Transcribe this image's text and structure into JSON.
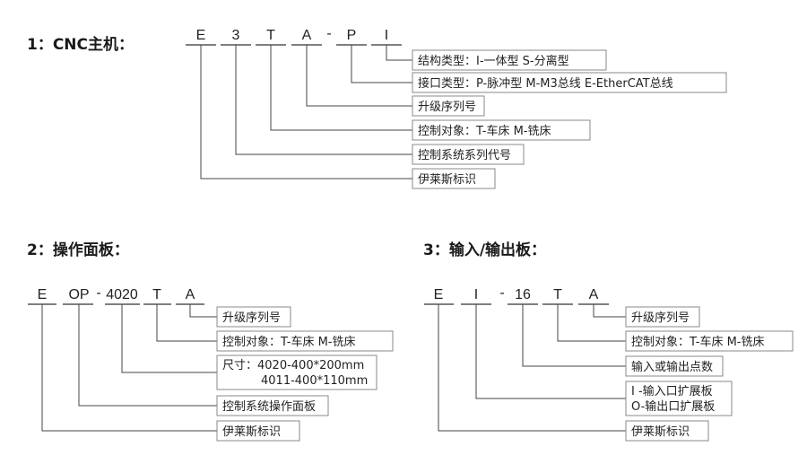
{
  "sections": [
    {
      "title": "1：CNC主机：",
      "code": [
        "E",
        "3",
        "T",
        "A",
        "-",
        "P",
        "I"
      ],
      "labels": [
        "结构类型：I-一体型 S-分离型",
        "接口类型：P-脉冲型 M-M3总线 E-EtherCAT总线",
        "升级序列号",
        "控制对象：T-车床 M-铣床",
        "控制系统系列代号",
        "伊莱斯标识"
      ]
    },
    {
      "title": "2：操作面板：",
      "code": [
        "E",
        "OP",
        "-",
        "4020",
        "T",
        "A"
      ],
      "labels": [
        "升级序列号",
        "控制对象：T-车床 M-铣床",
        [
          "尺寸：4020-400*200mm",
          "4011-400*110mm"
        ],
        "控制系统操作面板",
        "伊莱斯标识"
      ]
    },
    {
      "title": "3：输入/输出板：",
      "code": [
        "E",
        "I",
        "-",
        "16",
        "T",
        "A"
      ],
      "labels": [
        "升级序列号",
        "控制对象：T-车床 M-铣床",
        "输入或输出点数",
        [
          "I -输入口扩展板",
          "O-输出口扩展板"
        ],
        "伊莱斯标识"
      ]
    }
  ],
  "colors": {
    "line": "#444444",
    "box_border": "#888888",
    "text": "#222222"
  }
}
